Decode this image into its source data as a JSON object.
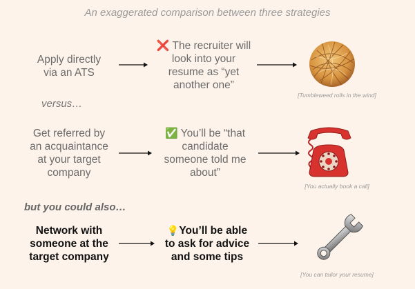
{
  "title": "An exaggerated comparison between three strategies",
  "separator_1": "versus…",
  "separator_2": "but you could also…",
  "rows": [
    {
      "strategy": [
        "Apply directly",
        "via an ATS"
      ],
      "outcome_icon": "cross-mark-icon",
      "outcome_icon_glyph": "❌",
      "outcome": [
        "The recruiter will",
        "look into your",
        "resume as “yet",
        "another one”"
      ],
      "image": "tumbleweed-icon",
      "caption": "[Tumbleweed rolls in the wind]"
    },
    {
      "strategy": [
        "Get referred by",
        "an acquaintance",
        "at your target",
        "company"
      ],
      "outcome_icon": "check-mark-icon",
      "outcome_icon_glyph": "✅",
      "outcome": [
        "You’ll be “that",
        "candidate",
        "someone told me",
        "about”"
      ],
      "image": "telephone-icon",
      "caption": "[You actually book a call]"
    },
    {
      "strategy": [
        "Network with",
        "someone at the",
        "target company"
      ],
      "outcome_icon": "light-bulb-icon",
      "outcome_icon_glyph": "💡",
      "outcome": [
        "You’ll be able",
        "to ask for advice",
        "and some tips"
      ],
      "image": "wrench-icon",
      "caption": "[You can tailor your resume]"
    }
  ],
  "colors": {
    "background": "#fdf3ea",
    "text": "#6b6b6b",
    "emphasis": "#111111",
    "cross": "#e0393e",
    "check": "#3aa74a",
    "phone": "#d8322f"
  }
}
